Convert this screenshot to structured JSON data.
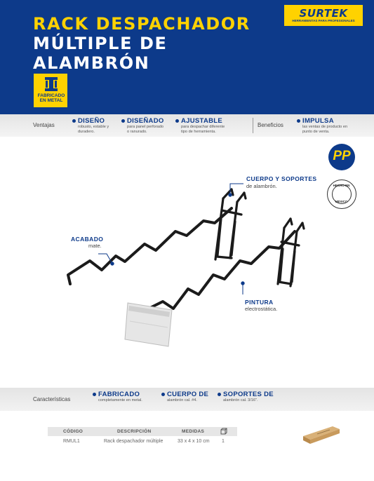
{
  "header": {
    "title_line1": "RACK DESPACHADOR",
    "title_line2": "MÚLTIPLE DE",
    "title_line3": "ALAMBRÓN",
    "brand_name": "SURTEK",
    "brand_tagline": "HERRAMIENTAS PARA PROFESIONALES",
    "badge_label": "FABRICADO EN METAL"
  },
  "ventajas": {
    "label": "VENTAJAS",
    "items": [
      {
        "title": "DISEÑO",
        "desc1": "robusto, estable y",
        "desc2": "duradero."
      },
      {
        "title": "DISEÑADO",
        "desc1": "para panel perforado",
        "desc2": "o ranurado."
      },
      {
        "title": "AJUSTABLE",
        "desc1": "para despachar diferente",
        "desc2": "tipo de herramienta."
      }
    ]
  },
  "beneficios": {
    "label": "BENEFICIOS",
    "items": [
      {
        "title": "IMPULSA",
        "desc1": "las ventas de producto en",
        "desc2": "punto de venta."
      }
    ]
  },
  "callouts": {
    "cuerpo_title": "CUERPO Y SOPORTES",
    "cuerpo_sub": "de alambrón.",
    "acabado_title": "ACABADO",
    "acabado_sub": "mate.",
    "pintura_title": "PINTURA",
    "pintura_sub": "electrostática."
  },
  "seals": {
    "pp": "PP",
    "mexico_top": "HECHO EN",
    "mexico_bottom": "MÉXICO"
  },
  "caracteristicas": {
    "label": "CARACTERÍSTICAS",
    "items": [
      {
        "title": "FABRICADO",
        "desc": "completamente en metal."
      },
      {
        "title": "CUERPO DE",
        "desc": "alambrón cal. #4."
      },
      {
        "title": "SOPORTES DE",
        "desc": "alambrón cal. 3/16\"."
      }
    ]
  },
  "table": {
    "headers": [
      "CÓDIGO",
      "DESCRIPCIÓN",
      "MEDIDAS"
    ],
    "row": {
      "codigo": "RMUL1",
      "descripcion": "Rack despachador múltiple",
      "medidas": "33 x 4 x 10 cm",
      "cantidad": "1"
    }
  },
  "colors": {
    "brand_blue": "#0d3a8a",
    "brand_yellow": "#ffd200"
  }
}
